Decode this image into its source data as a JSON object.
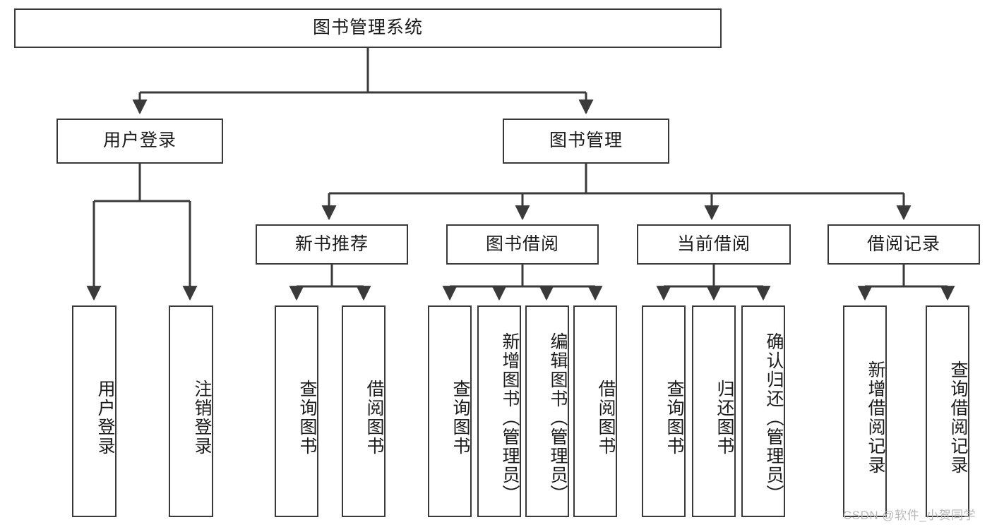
{
  "diagram": {
    "type": "tree",
    "title": "图书管理系统",
    "orientation": "top-down",
    "style": {
      "box_fill": "#ffffff",
      "box_stroke": "#3a3a3a",
      "edge_color": "#3a3a3a",
      "text_color": "#1b1b1b",
      "background": "#ffffff",
      "watermark_color": "#b9b9b9"
    },
    "root": {
      "label": "图书管理系统"
    },
    "level2": [
      {
        "id": "user-login",
        "label": "用户登录"
      },
      {
        "id": "book-manage",
        "label": "图书管理"
      }
    ],
    "level3": [
      {
        "id": "new-book-rec",
        "label": "新书推荐",
        "parent": "book-manage"
      },
      {
        "id": "book-borrow",
        "label": "图书借阅",
        "parent": "book-manage"
      },
      {
        "id": "current-borrow",
        "label": "当前借阅",
        "parent": "book-manage"
      },
      {
        "id": "borrow-record",
        "label": "借阅记录",
        "parent": "book-manage"
      }
    ],
    "leaves": [
      {
        "id": "leaf-user-login",
        "label": "用户登录",
        "parent": "user-login"
      },
      {
        "id": "leaf-logout-login",
        "label": "注销登录",
        "parent": "user-login"
      },
      {
        "id": "leaf-query-book-1",
        "label": "查询图书",
        "parent": "new-book-rec"
      },
      {
        "id": "leaf-borrow-book-1",
        "label": "借阅图书",
        "parent": "new-book-rec"
      },
      {
        "id": "leaf-query-book-2",
        "label": "查询图书",
        "parent": "book-borrow"
      },
      {
        "id": "leaf-add-book",
        "label": "新增图书（管理员）",
        "parent": "book-borrow"
      },
      {
        "id": "leaf-edit-book",
        "label": "编辑图书（管理员）",
        "parent": "book-borrow"
      },
      {
        "id": "leaf-borrow-book-2",
        "label": "借阅图书",
        "parent": "book-borrow"
      },
      {
        "id": "leaf-query-book-3",
        "label": "查询图书",
        "parent": "current-borrow"
      },
      {
        "id": "leaf-return-book",
        "label": "归还图书",
        "parent": "current-borrow"
      },
      {
        "id": "leaf-confirm-return",
        "label": "确认归还（管理员）",
        "parent": "current-borrow"
      },
      {
        "id": "leaf-add-record",
        "label": "新增借阅记录",
        "parent": "borrow-record"
      },
      {
        "id": "leaf-query-record",
        "label": "查询借阅记录",
        "parent": "borrow-record"
      }
    ],
    "watermark": "CSDN @软件_小贺同学"
  }
}
